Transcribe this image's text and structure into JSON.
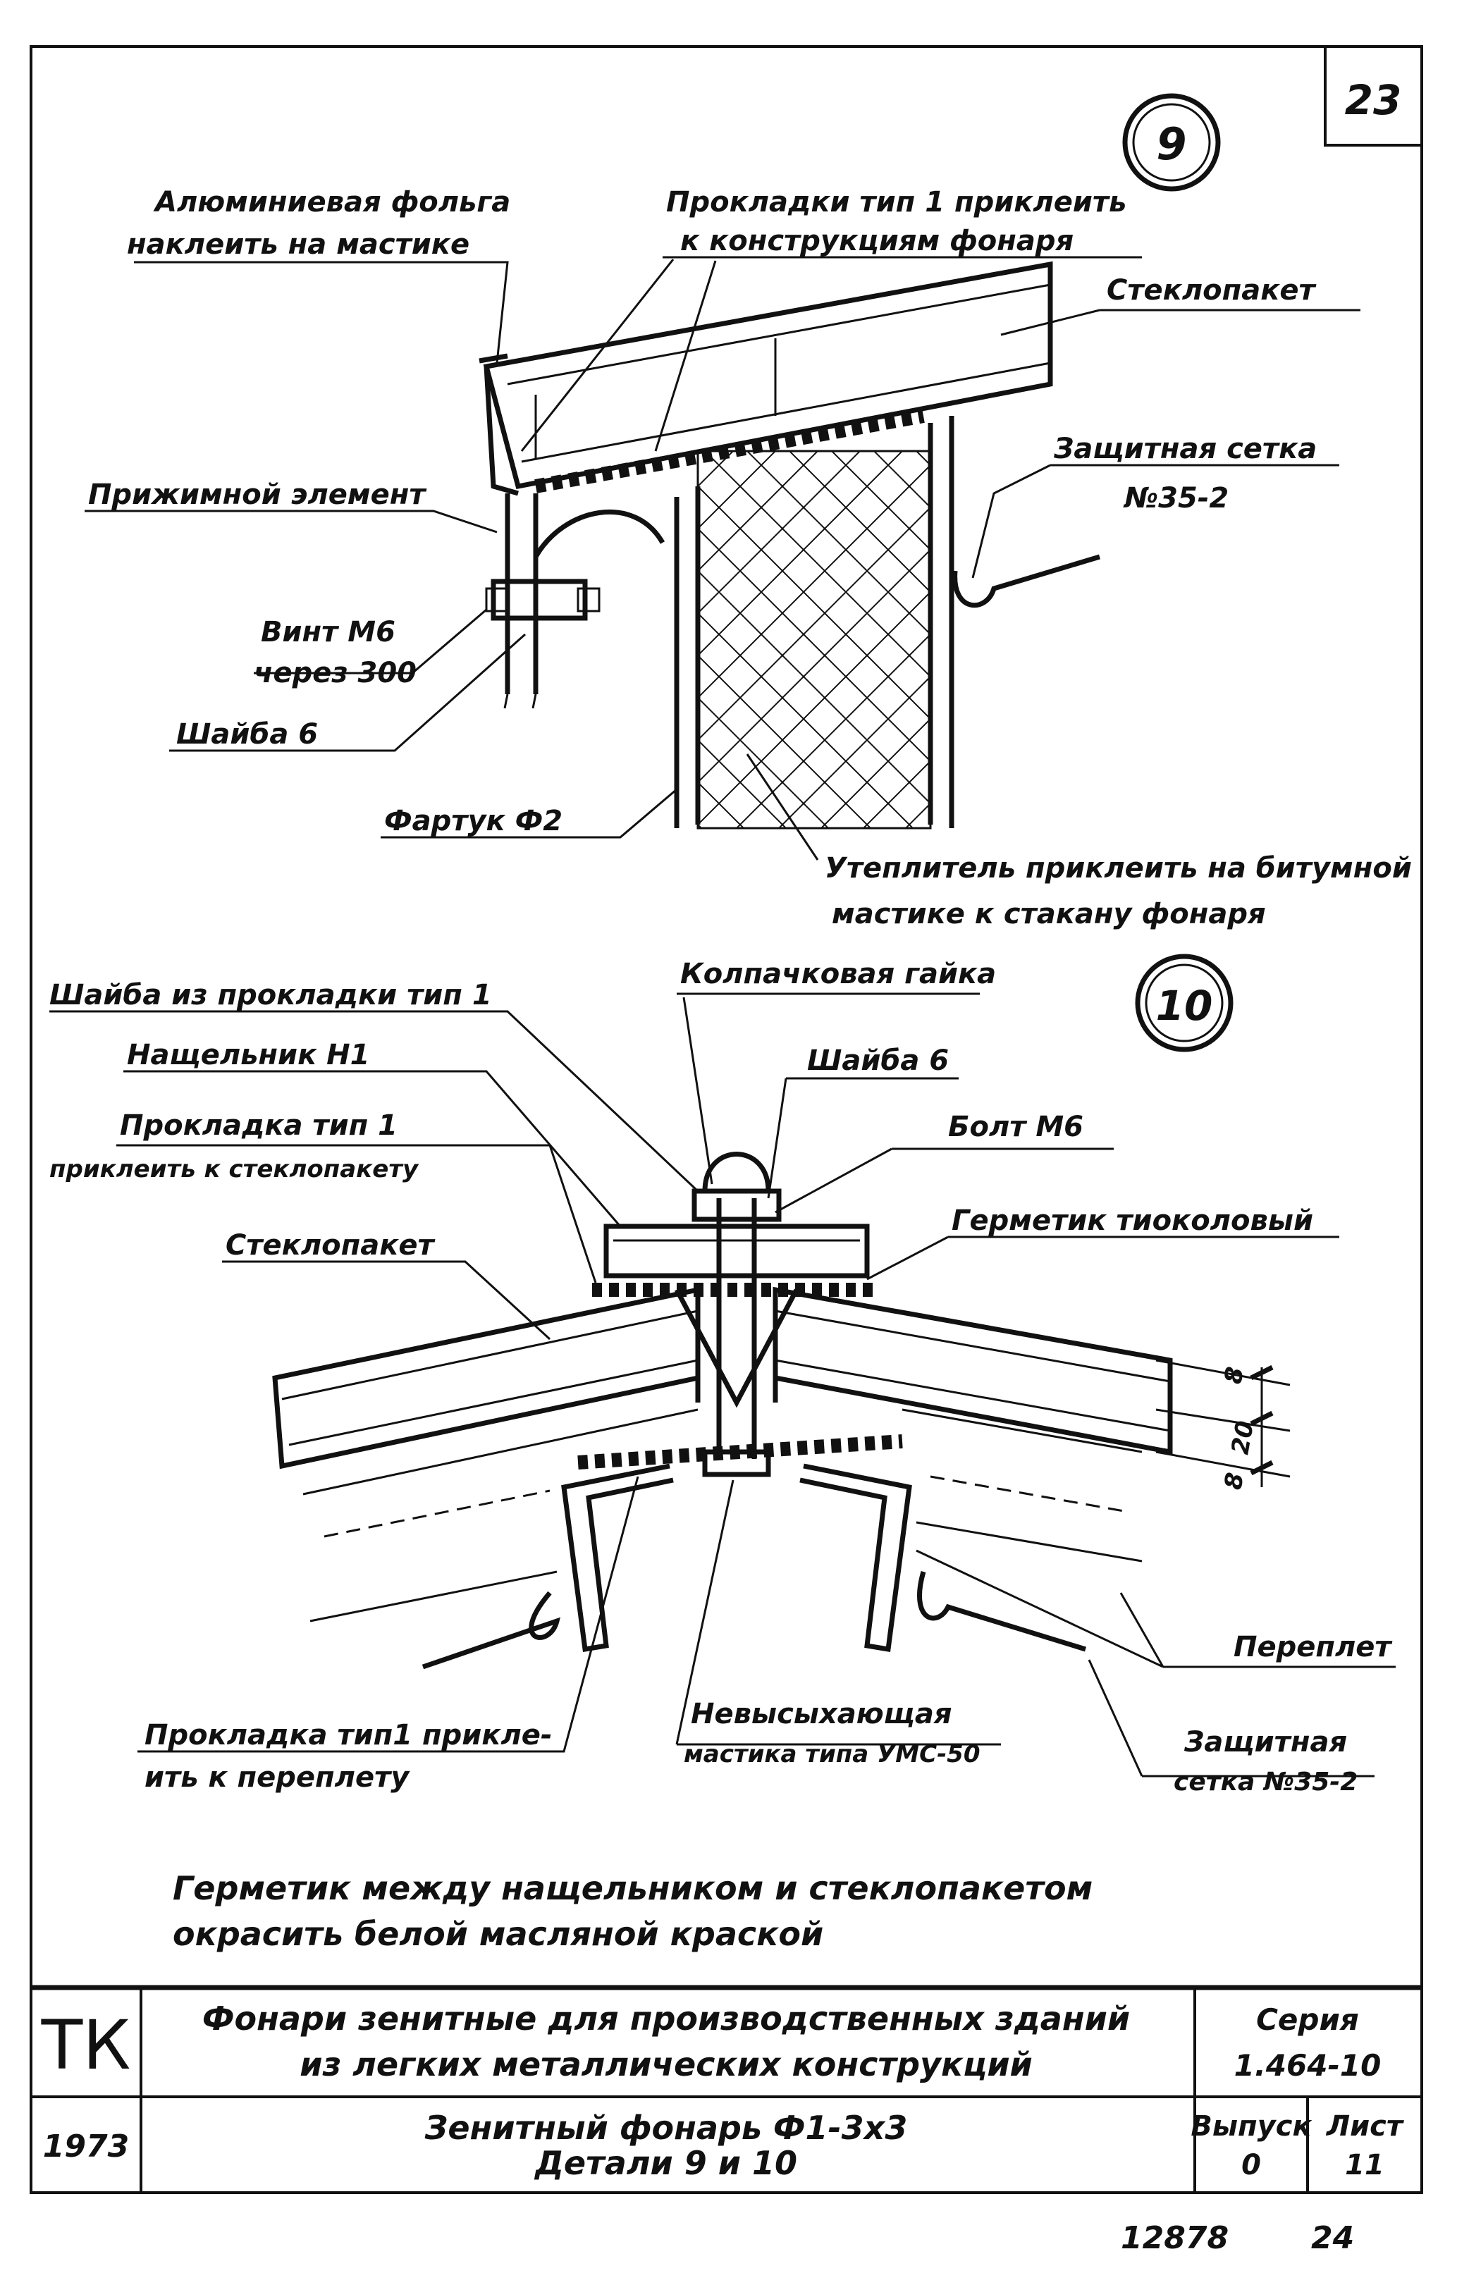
{
  "sheet": {
    "number": "23",
    "footer_number": "12878",
    "footer_page": "24"
  },
  "detail9": {
    "marker": "9",
    "labels": {
      "foil_l1": "Алюминиевая фольга",
      "foil_l2": "наклеить на мастике",
      "gasket_l1": "Прокладки тип 1 приклеить",
      "gasket_l2": "к конструкциям фонаря",
      "glass": "Стеклопакет",
      "clamp": "Прижимной элемент",
      "mesh_l1": "Защитная сетка",
      "mesh_l2": "№35-2",
      "screw_l1": "Винт М6",
      "screw_l2": "через 300",
      "washer": "Шайба 6",
      "apron": "Фартук Ф2",
      "insul_l1": "Утеплитель приклеить на битумной",
      "insul_l2": "мастике к стакану фонаря"
    }
  },
  "detail10": {
    "marker": "10",
    "labels": {
      "washer_gasket": "Шайба из прокладки тип 1",
      "cap_nut": "Колпачковая гайка",
      "batten": "Нащельник Н1",
      "washer6": "Шайба 6",
      "gasket_l1": "Прокладка тип 1",
      "gasket_l2": "приклеить к стеклопакету",
      "bolt": "Болт М6",
      "sealant": "Герметик тиоколовый",
      "glass": "Стеклопакет",
      "dim_top": "8",
      "dim_mid": "20",
      "dim_bot": "8",
      "frame": "Переплет",
      "gasket2_l1": "Прокладка тип1 прикле-",
      "gasket2_l2": "ить к переплету",
      "mastic_l1": "Невысыхающая",
      "mastic_l2": "мастика типа УМС-50",
      "mesh_l1": "Защитная",
      "mesh_l2": "сетка №35-2"
    }
  },
  "note": {
    "line1": "Герметик между нащельником и стеклопакетом",
    "line2": "окрасить белой масляной краской"
  },
  "title_block": {
    "code": "ТК",
    "year": "1973",
    "title_l1": "Фонари зенитные для производственных зданий",
    "title_l2": "из легких металлических конструкций",
    "subtitle_l1": "Зенитный фонарь Ф1-3х3",
    "subtitle_l2": "Детали 9 и 10",
    "series_label": "Серия",
    "series_value": "1.464-10",
    "issue_label": "Выпуск",
    "issue_value": "0",
    "sheet_label": "Лист",
    "sheet_value": "11"
  }
}
